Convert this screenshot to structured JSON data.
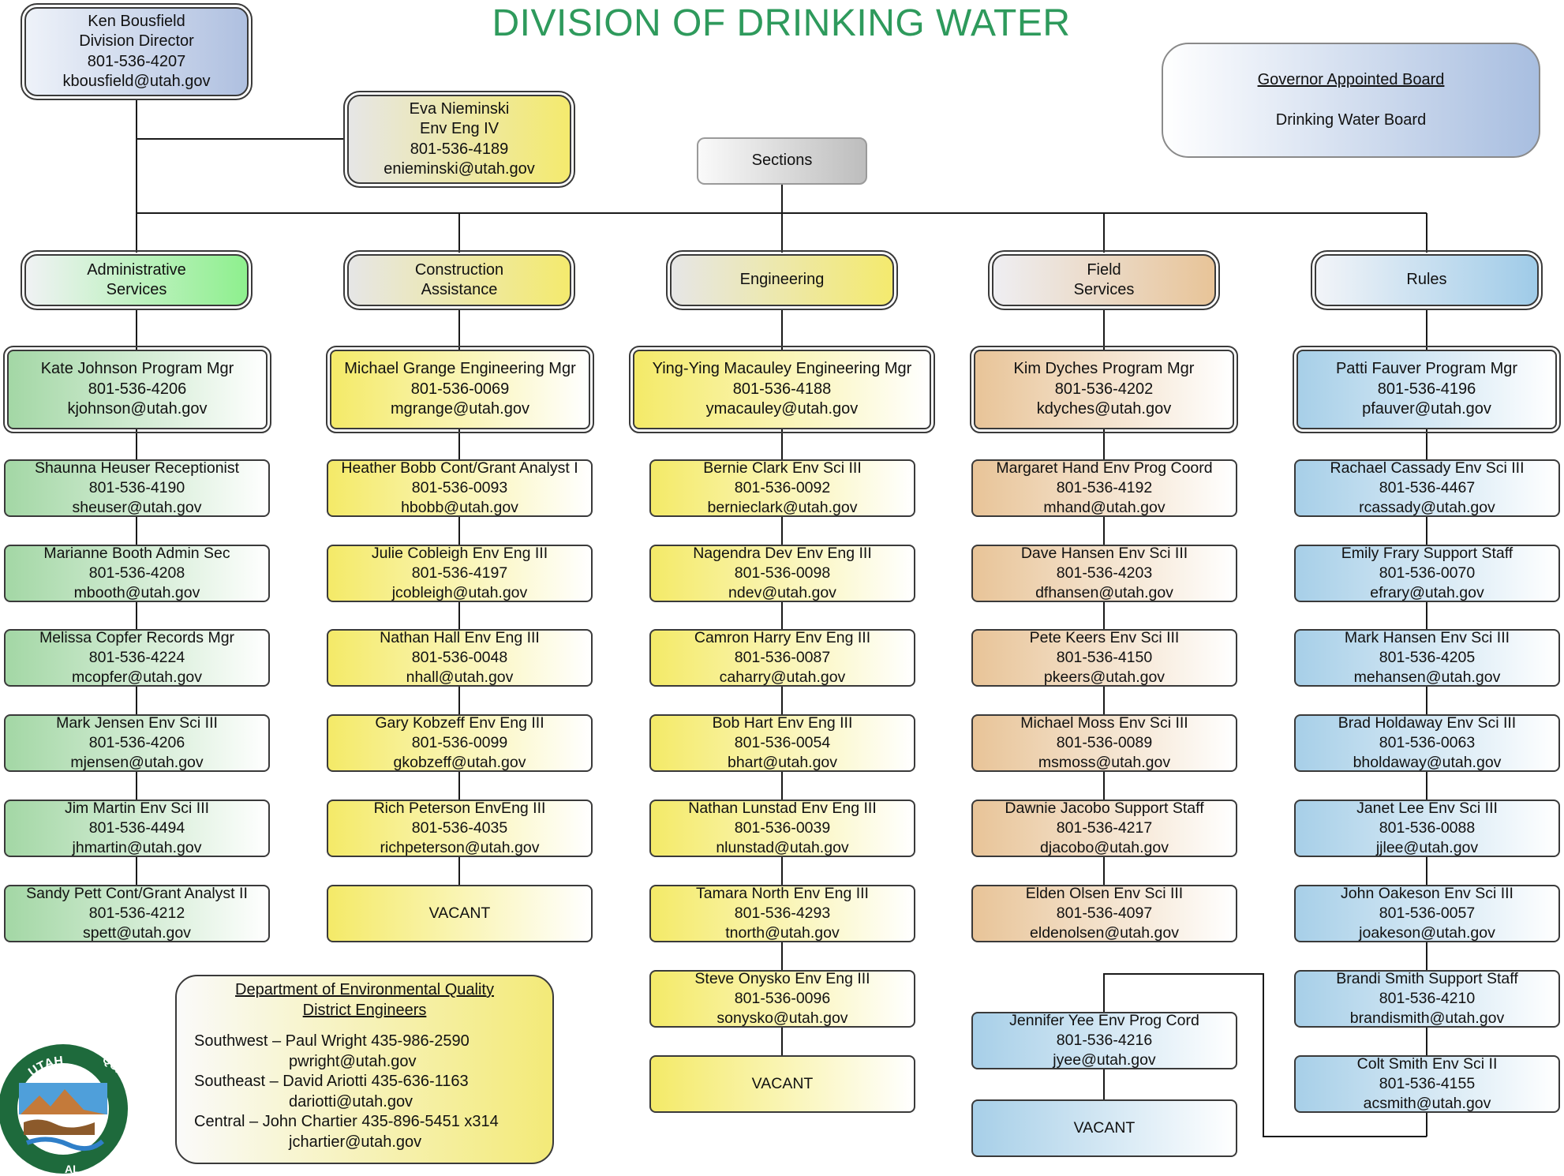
{
  "title": "DIVISION OF DRINKING WATER",
  "director": {
    "name": "Ken Bousfield",
    "role": "Division Director",
    "phone": "801-536-4207",
    "email": "kbousfield@utah.gov"
  },
  "assistant": {
    "name": "Eva Nieminski",
    "role": "Env Eng IV",
    "phone": "801-536-4189",
    "email": "enieminski@utah.gov"
  },
  "sections_label": "Sections",
  "board": {
    "heading": "Governor Appointed Board",
    "name": "Drinking Water Board"
  },
  "section_heads": {
    "admin": [
      "Administrative",
      "Services"
    ],
    "construction": [
      "Construction",
      "Assistance"
    ],
    "engineering": [
      "Engineering"
    ],
    "field": [
      "Field",
      "Services"
    ],
    "rules": [
      "Rules"
    ]
  },
  "admin": [
    {
      "title": "Kate Johnson Program Mgr",
      "phone": "801-536-4206",
      "email": "kjohnson@utah.gov"
    },
    {
      "title": "Shaunna Heuser Receptionist",
      "phone": "801-536-4190",
      "email": "sheuser@utah.gov"
    },
    {
      "title": "Marianne Booth Admin Sec",
      "phone": "801-536-4208",
      "email": "mbooth@utah.gov"
    },
    {
      "title": "Melissa Copfer Records Mgr",
      "phone": "801-536-4224",
      "email": "mcopfer@utah.gov"
    },
    {
      "title": "Mark Jensen Env Sci III",
      "phone": "801-536-4206",
      "email": "mjensen@utah.gov"
    },
    {
      "title": "Jim Martin Env Sci III",
      "phone": "801-536-4494",
      "email": "jhmartin@utah.gov"
    },
    {
      "title": "Sandy Pett Cont/Grant Analyst II",
      "phone": "801-536-4212",
      "email": "spett@utah.gov"
    }
  ],
  "construction": [
    {
      "title": "Michael Grange Engineering Mgr",
      "phone": "801-536-0069",
      "email": "mgrange@utah.gov"
    },
    {
      "title": "Heather Bobb Cont/Grant Analyst I",
      "phone": "801-536-0093",
      "email": "hbobb@utah.gov"
    },
    {
      "title": "Julie Cobleigh Env Eng III",
      "phone": "801-536-4197",
      "email": "jcobleigh@utah.gov"
    },
    {
      "title": "Nathan Hall Env Eng III",
      "phone": "801-536-0048",
      "email": "nhall@utah.gov"
    },
    {
      "title": "Gary Kobzeff Env Eng III",
      "phone": "801-536-0099",
      "email": "gkobzeff@utah.gov"
    },
    {
      "title": "Rich Peterson EnvEng III",
      "phone": "801-536-4035",
      "email": "richpeterson@utah.gov"
    },
    {
      "title": "VACANT"
    }
  ],
  "engineering": [
    {
      "title": "Ying-Ying Macauley Engineering Mgr",
      "phone": "801-536-4188",
      "email": "ymacauley@utah.gov"
    },
    {
      "title": "Bernie Clark Env Sci III",
      "phone": "801-536-0092",
      "email": "bernieclark@utah.gov"
    },
    {
      "title": "Nagendra Dev Env Eng III",
      "phone": "801-536-0098",
      "email": "ndev@utah.gov"
    },
    {
      "title": "Camron Harry Env Eng III",
      "phone": "801-536-0087",
      "email": "caharry@utah.gov"
    },
    {
      "title": "Bob Hart Env Eng III",
      "phone": "801-536-0054",
      "email": "bhart@utah.gov"
    },
    {
      "title": "Nathan Lunstad Env Eng III",
      "phone": "801-536-0039",
      "email": "nlunstad@utah.gov"
    },
    {
      "title": "Tamara North Env Eng III",
      "phone": "801-536-4293",
      "email": "tnorth@utah.gov"
    },
    {
      "title": "Steve Onysko Env Eng III",
      "phone": "801-536-0096",
      "email": "sonysko@utah.gov"
    },
    {
      "title": "VACANT"
    }
  ],
  "field": [
    {
      "title": "Kim Dyches Program Mgr",
      "phone": "801-536-4202",
      "email": "kdyches@utah.gov"
    },
    {
      "title": "Margaret Hand Env Prog Coord",
      "phone": "801-536-4192",
      "email": "mhand@utah.gov"
    },
    {
      "title": "Dave Hansen Env Sci III",
      "phone": "801-536-4203",
      "email": "dfhansen@utah.gov"
    },
    {
      "title": "Pete Keers Env Sci III",
      "phone": "801-536-4150",
      "email": "pkeers@utah.gov"
    },
    {
      "title": "Michael Moss Env Sci III",
      "phone": "801-536-0089",
      "email": "msmoss@utah.gov"
    },
    {
      "title": "Dawnie Jacobo Support Staff",
      "phone": "801-536-4217",
      "email": "djacobo@utah.gov"
    },
    {
      "title": "Elden Olsen Env Sci III",
      "phone": "801-536-4097",
      "email": "eldenolsen@utah.gov"
    }
  ],
  "field_extra": [
    {
      "title": "Jennifer Yee Env Prog Cord",
      "phone": "801-536-4216",
      "email": "jyee@utah.gov"
    },
    {
      "title": "VACANT"
    }
  ],
  "rules": [
    {
      "title": "Patti Fauver Program Mgr",
      "phone": "801-536-4196",
      "email": "pfauver@utah.gov"
    },
    {
      "title": "Rachael Cassady Env Sci III",
      "phone": "801-536-4467",
      "email": "rcassady@utah.gov"
    },
    {
      "title": "Emily Frary Support Staff",
      "phone": "801-536-0070",
      "email": "efrary@utah.gov"
    },
    {
      "title": "Mark Hansen Env Sci III",
      "phone": "801-536-4205",
      "email": "mehansen@utah.gov"
    },
    {
      "title": "Brad Holdaway Env Sci III",
      "phone": "801-536-0063",
      "email": "bholdaway@utah.gov"
    },
    {
      "title": "Janet Lee Env Sci III",
      "phone": "801-536-0088",
      "email": "jjlee@utah.gov"
    },
    {
      "title": "John Oakeson Env Sci III",
      "phone": "801-536-0057",
      "email": "joakeson@utah.gov"
    },
    {
      "title": "Brandi Smith Support Staff",
      "phone": "801-536-4210",
      "email": "brandismith@utah.gov"
    },
    {
      "title": "Colt Smith Env Sci II",
      "phone": "801-536-4155",
      "email": "acsmith@utah.gov"
    }
  ],
  "district": {
    "heading1": "Department of Environmental Quality",
    "heading2": "District Engineers",
    "lines": [
      {
        "label": "Southwest – Paul Wright 435-986-2590",
        "email": "pwright@utah.gov"
      },
      {
        "label": "Southeast – David Ariotti 435-636-1163",
        "email": "dariotti@utah.gov"
      },
      {
        "label": "Central – John Chartier 435-896-5451 x314",
        "email": "jchartier@utah.gov"
      }
    ]
  },
  "logo": {
    "top_text": "UTAH",
    "side_text": "QUALITY",
    "partial_text": "AL"
  }
}
